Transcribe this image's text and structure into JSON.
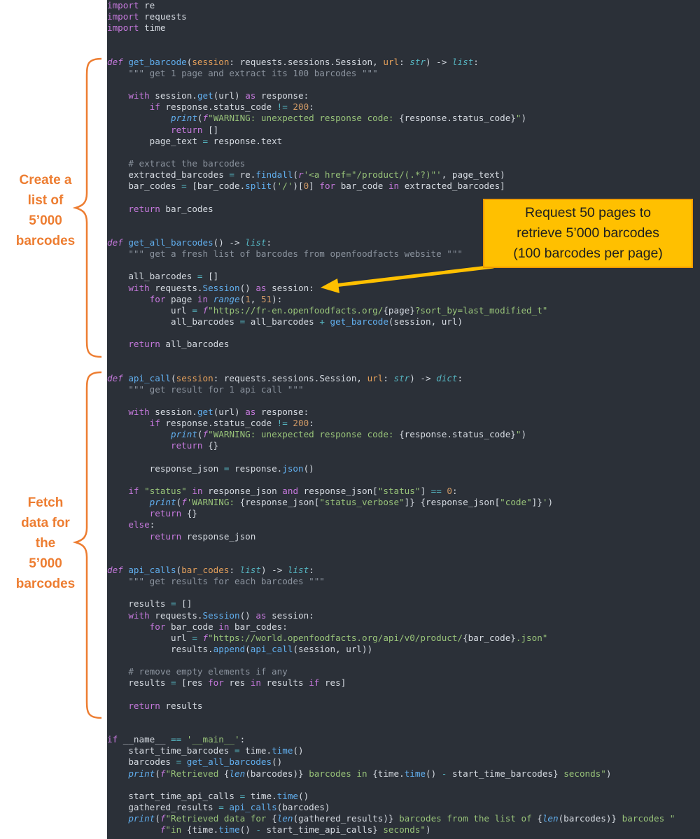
{
  "code_lines": [
    [
      [
        "kw",
        "import"
      ],
      [
        "t",
        " re"
      ]
    ],
    [
      [
        "kw",
        "import"
      ],
      [
        "t",
        " requests"
      ]
    ],
    [
      [
        "kw",
        "import"
      ],
      [
        "t",
        " time"
      ]
    ],
    [],
    [],
    [
      [
        "def",
        "def "
      ],
      [
        "fn",
        "get_barcode"
      ],
      [
        "t",
        "("
      ],
      [
        "param",
        "session"
      ],
      [
        "t",
        ": requests.sessions.Session, "
      ],
      [
        "param",
        "url"
      ],
      [
        "t",
        ": "
      ],
      [
        "type",
        "str"
      ],
      [
        "t",
        ") -> "
      ],
      [
        "type",
        "list"
      ],
      [
        "t",
        ":"
      ]
    ],
    [
      [
        "t",
        "    "
      ],
      [
        "com",
        "\"\"\" get 1 page and extract its 100 barcodes \"\"\""
      ]
    ],
    [],
    [
      [
        "t",
        "    "
      ],
      [
        "kw",
        "with"
      ],
      [
        "t",
        " session."
      ],
      [
        "fn",
        "get"
      ],
      [
        "t",
        "(url) "
      ],
      [
        "kw",
        "as"
      ],
      [
        "t",
        " response:"
      ]
    ],
    [
      [
        "t",
        "        "
      ],
      [
        "kw",
        "if"
      ],
      [
        "t",
        " response.status_code "
      ],
      [
        "op",
        "!="
      ],
      [
        "t",
        " "
      ],
      [
        "num",
        "200"
      ],
      [
        "t",
        ":"
      ]
    ],
    [
      [
        "t",
        "            "
      ],
      [
        "builtin",
        "print"
      ],
      [
        "t",
        "("
      ],
      [
        "fmt",
        "f"
      ],
      [
        "str",
        "\"WARNING: unexpected response code: "
      ],
      [
        "t",
        "{response.status_code}"
      ],
      [
        "str",
        "\""
      ],
      [
        "t",
        ")"
      ]
    ],
    [
      [
        "t",
        "            "
      ],
      [
        "kw",
        "return"
      ],
      [
        "t",
        " []"
      ]
    ],
    [
      [
        "t",
        "        page_text "
      ],
      [
        "op",
        "="
      ],
      [
        "t",
        " response.text"
      ]
    ],
    [],
    [
      [
        "t",
        "    "
      ],
      [
        "com",
        "# extract the barcodes"
      ]
    ],
    [
      [
        "t",
        "    extracted_barcodes "
      ],
      [
        "op",
        "="
      ],
      [
        "t",
        " re."
      ],
      [
        "fn",
        "findall"
      ],
      [
        "t",
        "("
      ],
      [
        "fmt",
        "r"
      ],
      [
        "str",
        "'<a href=\"/product/(.*?)\"'"
      ],
      [
        "t",
        ", page_text)"
      ]
    ],
    [
      [
        "t",
        "    bar_codes "
      ],
      [
        "op",
        "="
      ],
      [
        "t",
        " [bar_code."
      ],
      [
        "fn",
        "split"
      ],
      [
        "t",
        "("
      ],
      [
        "str",
        "'/'"
      ],
      [
        "t",
        ")["
      ],
      [
        "num",
        "0"
      ],
      [
        "t",
        "] "
      ],
      [
        "kw",
        "for"
      ],
      [
        "t",
        " bar_code "
      ],
      [
        "kw",
        "in"
      ],
      [
        "t",
        " extracted_barcodes]"
      ]
    ],
    [],
    [
      [
        "t",
        "    "
      ],
      [
        "kw",
        "return"
      ],
      [
        "t",
        " bar_codes"
      ]
    ],
    [],
    [],
    [
      [
        "def",
        "def "
      ],
      [
        "fn",
        "get_all_barcodes"
      ],
      [
        "t",
        "() -> "
      ],
      [
        "type",
        "list"
      ],
      [
        "t",
        ":"
      ]
    ],
    [
      [
        "t",
        "    "
      ],
      [
        "com",
        "\"\"\" get a fresh list of barcodes from openfoodfacts website \"\"\""
      ]
    ],
    [],
    [
      [
        "t",
        "    all_barcodes "
      ],
      [
        "op",
        "="
      ],
      [
        "t",
        " []"
      ]
    ],
    [
      [
        "t",
        "    "
      ],
      [
        "kw",
        "with"
      ],
      [
        "t",
        " requests."
      ],
      [
        "fn",
        "Session"
      ],
      [
        "t",
        "() "
      ],
      [
        "kw",
        "as"
      ],
      [
        "t",
        " session:"
      ]
    ],
    [
      [
        "t",
        "        "
      ],
      [
        "kw",
        "for"
      ],
      [
        "t",
        " page "
      ],
      [
        "kw",
        "in"
      ],
      [
        "t",
        " "
      ],
      [
        "builtin",
        "range"
      ],
      [
        "t",
        "("
      ],
      [
        "num",
        "1"
      ],
      [
        "t",
        ", "
      ],
      [
        "num",
        "51"
      ],
      [
        "t",
        "):"
      ]
    ],
    [
      [
        "t",
        "            url "
      ],
      [
        "op",
        "="
      ],
      [
        "t",
        " "
      ],
      [
        "fmt",
        "f"
      ],
      [
        "str",
        "\"https://fr-en.openfoodfacts.org/"
      ],
      [
        "t",
        "{page}"
      ],
      [
        "str",
        "?sort_by=last_modified_t\""
      ]
    ],
    [
      [
        "t",
        "            all_barcodes "
      ],
      [
        "op",
        "="
      ],
      [
        "t",
        " all_barcodes "
      ],
      [
        "op",
        "+"
      ],
      [
        "t",
        " "
      ],
      [
        "fn",
        "get_barcode"
      ],
      [
        "t",
        "(session, url)"
      ]
    ],
    [],
    [
      [
        "t",
        "    "
      ],
      [
        "kw",
        "return"
      ],
      [
        "t",
        " all_barcodes"
      ]
    ],
    [],
    [],
    [
      [
        "def",
        "def "
      ],
      [
        "fn",
        "api_call"
      ],
      [
        "t",
        "("
      ],
      [
        "param",
        "session"
      ],
      [
        "t",
        ": requests.sessions.Session, "
      ],
      [
        "param",
        "url"
      ],
      [
        "t",
        ": "
      ],
      [
        "type",
        "str"
      ],
      [
        "t",
        ") -> "
      ],
      [
        "type",
        "dict"
      ],
      [
        "t",
        ":"
      ]
    ],
    [
      [
        "t",
        "    "
      ],
      [
        "com",
        "\"\"\" get result for 1 api call \"\"\""
      ]
    ],
    [],
    [
      [
        "t",
        "    "
      ],
      [
        "kw",
        "with"
      ],
      [
        "t",
        " session."
      ],
      [
        "fn",
        "get"
      ],
      [
        "t",
        "(url) "
      ],
      [
        "kw",
        "as"
      ],
      [
        "t",
        " response:"
      ]
    ],
    [
      [
        "t",
        "        "
      ],
      [
        "kw",
        "if"
      ],
      [
        "t",
        " response.status_code "
      ],
      [
        "op",
        "!="
      ],
      [
        "t",
        " "
      ],
      [
        "num",
        "200"
      ],
      [
        "t",
        ":"
      ]
    ],
    [
      [
        "t",
        "            "
      ],
      [
        "builtin",
        "print"
      ],
      [
        "t",
        "("
      ],
      [
        "fmt",
        "f"
      ],
      [
        "str",
        "\"WARNING: unexpected response code: "
      ],
      [
        "t",
        "{response.status_code}"
      ],
      [
        "str",
        "\""
      ],
      [
        "t",
        ")"
      ]
    ],
    [
      [
        "t",
        "            "
      ],
      [
        "kw",
        "return"
      ],
      [
        "t",
        " {}"
      ]
    ],
    [],
    [
      [
        "t",
        "        response_json "
      ],
      [
        "op",
        "="
      ],
      [
        "t",
        " response."
      ],
      [
        "fn",
        "json"
      ],
      [
        "t",
        "()"
      ]
    ],
    [],
    [
      [
        "t",
        "    "
      ],
      [
        "kw",
        "if"
      ],
      [
        "t",
        " "
      ],
      [
        "str",
        "\"status\""
      ],
      [
        "t",
        " "
      ],
      [
        "kw",
        "in"
      ],
      [
        "t",
        " response_json "
      ],
      [
        "kw",
        "and"
      ],
      [
        "t",
        " response_json["
      ],
      [
        "str",
        "\"status\""
      ],
      [
        "t",
        "] "
      ],
      [
        "op",
        "=="
      ],
      [
        "t",
        " "
      ],
      [
        "num",
        "0"
      ],
      [
        "t",
        ":"
      ]
    ],
    [
      [
        "t",
        "        "
      ],
      [
        "builtin",
        "print"
      ],
      [
        "t",
        "("
      ],
      [
        "fmt",
        "f"
      ],
      [
        "str",
        "'WARNING: "
      ],
      [
        "t",
        "{response_json["
      ],
      [
        "str",
        "\"status_verbose\""
      ],
      [
        "t",
        "]}"
      ],
      [
        "str",
        " "
      ],
      [
        "t",
        "{response_json["
      ],
      [
        "str",
        "\"code\""
      ],
      [
        "t",
        "]}"
      ],
      [
        "str",
        "'"
      ],
      [
        "t",
        ")"
      ]
    ],
    [
      [
        "t",
        "        "
      ],
      [
        "kw",
        "return"
      ],
      [
        "t",
        " {}"
      ]
    ],
    [
      [
        "t",
        "    "
      ],
      [
        "kw",
        "else"
      ],
      [
        "t",
        ":"
      ]
    ],
    [
      [
        "t",
        "        "
      ],
      [
        "kw",
        "return"
      ],
      [
        "t",
        " response_json"
      ]
    ],
    [],
    [],
    [
      [
        "def",
        "def "
      ],
      [
        "fn",
        "api_calls"
      ],
      [
        "t",
        "("
      ],
      [
        "param",
        "bar_codes"
      ],
      [
        "t",
        ": "
      ],
      [
        "type",
        "list"
      ],
      [
        "t",
        ") -> "
      ],
      [
        "type",
        "list"
      ],
      [
        "t",
        ":"
      ]
    ],
    [
      [
        "t",
        "    "
      ],
      [
        "com",
        "\"\"\" get results for each barcodes \"\"\""
      ]
    ],
    [],
    [
      [
        "t",
        "    results "
      ],
      [
        "op",
        "="
      ],
      [
        "t",
        " []"
      ]
    ],
    [
      [
        "t",
        "    "
      ],
      [
        "kw",
        "with"
      ],
      [
        "t",
        " requests."
      ],
      [
        "fn",
        "Session"
      ],
      [
        "t",
        "() "
      ],
      [
        "kw",
        "as"
      ],
      [
        "t",
        " session:"
      ]
    ],
    [
      [
        "t",
        "        "
      ],
      [
        "kw",
        "for"
      ],
      [
        "t",
        " bar_code "
      ],
      [
        "kw",
        "in"
      ],
      [
        "t",
        " bar_codes:"
      ]
    ],
    [
      [
        "t",
        "            url "
      ],
      [
        "op",
        "="
      ],
      [
        "t",
        " "
      ],
      [
        "fmt",
        "f"
      ],
      [
        "str",
        "\"https://world.openfoodfacts.org/api/v0/product/"
      ],
      [
        "t",
        "{bar_code}"
      ],
      [
        "str",
        ".json\""
      ]
    ],
    [
      [
        "t",
        "            results."
      ],
      [
        "fn",
        "append"
      ],
      [
        "t",
        "("
      ],
      [
        "fn",
        "api_call"
      ],
      [
        "t",
        "(session, url))"
      ]
    ],
    [],
    [
      [
        "t",
        "    "
      ],
      [
        "com",
        "# remove empty elements if any"
      ]
    ],
    [
      [
        "t",
        "    results "
      ],
      [
        "op",
        "="
      ],
      [
        "t",
        " [res "
      ],
      [
        "kw",
        "for"
      ],
      [
        "t",
        " res "
      ],
      [
        "kw",
        "in"
      ],
      [
        "t",
        " results "
      ],
      [
        "kw",
        "if"
      ],
      [
        "t",
        " res]"
      ]
    ],
    [],
    [
      [
        "t",
        "    "
      ],
      [
        "kw",
        "return"
      ],
      [
        "t",
        " results"
      ]
    ],
    [],
    [],
    [
      [
        "kw",
        "if"
      ],
      [
        "t",
        " __name__ "
      ],
      [
        "op",
        "=="
      ],
      [
        "t",
        " "
      ],
      [
        "str",
        "'__main__'"
      ],
      [
        "t",
        ":"
      ]
    ],
    [
      [
        "t",
        "    start_time_barcodes "
      ],
      [
        "op",
        "="
      ],
      [
        "t",
        " time."
      ],
      [
        "fn",
        "time"
      ],
      [
        "t",
        "()"
      ]
    ],
    [
      [
        "t",
        "    barcodes "
      ],
      [
        "op",
        "="
      ],
      [
        "t",
        " "
      ],
      [
        "fn",
        "get_all_barcodes"
      ],
      [
        "t",
        "()"
      ]
    ],
    [
      [
        "t",
        "    "
      ],
      [
        "builtin",
        "print"
      ],
      [
        "t",
        "("
      ],
      [
        "fmt",
        "f"
      ],
      [
        "str",
        "\"Retrieved "
      ],
      [
        "t",
        "{"
      ],
      [
        "builtin",
        "len"
      ],
      [
        "t",
        "(barcodes)}"
      ],
      [
        "str",
        " barcodes in "
      ],
      [
        "t",
        "{time."
      ],
      [
        "fn",
        "time"
      ],
      [
        "t",
        "() "
      ],
      [
        "op",
        "-"
      ],
      [
        "t",
        " start_time_barcodes}"
      ],
      [
        "str",
        " seconds\""
      ],
      [
        "t",
        ")"
      ]
    ],
    [],
    [
      [
        "t",
        "    start_time_api_calls "
      ],
      [
        "op",
        "="
      ],
      [
        "t",
        " time."
      ],
      [
        "fn",
        "time"
      ],
      [
        "t",
        "()"
      ]
    ],
    [
      [
        "t",
        "    gathered_results "
      ],
      [
        "op",
        "="
      ],
      [
        "t",
        " "
      ],
      [
        "fn",
        "api_calls"
      ],
      [
        "t",
        "(barcodes)"
      ]
    ],
    [
      [
        "t",
        "    "
      ],
      [
        "builtin",
        "print"
      ],
      [
        "t",
        "("
      ],
      [
        "fmt",
        "f"
      ],
      [
        "str",
        "\"Retrieved data for "
      ],
      [
        "t",
        "{"
      ],
      [
        "builtin",
        "len"
      ],
      [
        "t",
        "(gathered_results)}"
      ],
      [
        "str",
        " barcodes from the list of "
      ],
      [
        "t",
        "{"
      ],
      [
        "builtin",
        "len"
      ],
      [
        "t",
        "(barcodes)}"
      ],
      [
        "str",
        " barcodes \""
      ]
    ],
    [
      [
        "t",
        "          "
      ],
      [
        "fmt",
        "f"
      ],
      [
        "str",
        "\"in "
      ],
      [
        "t",
        "{time."
      ],
      [
        "fn",
        "time"
      ],
      [
        "t",
        "() "
      ],
      [
        "op",
        "-"
      ],
      [
        "t",
        " start_time_api_calls}"
      ],
      [
        "str",
        " seconds\""
      ],
      [
        "t",
        ")"
      ]
    ]
  ],
  "annotations": {
    "label_top": "Create a\nlist of\n5’000\nbarcodes",
    "label_bottom": "Fetch\ndata for\nthe\n5’000\nbarcodes",
    "callout": "Request 50 pages to\nretrieve 5’000 barcodes\n(100 barcodes per page)"
  },
  "colors": {
    "editor_background": "#2b3038",
    "annotation_orange": "#ed7d31",
    "callout_fill": "#ffc000"
  }
}
